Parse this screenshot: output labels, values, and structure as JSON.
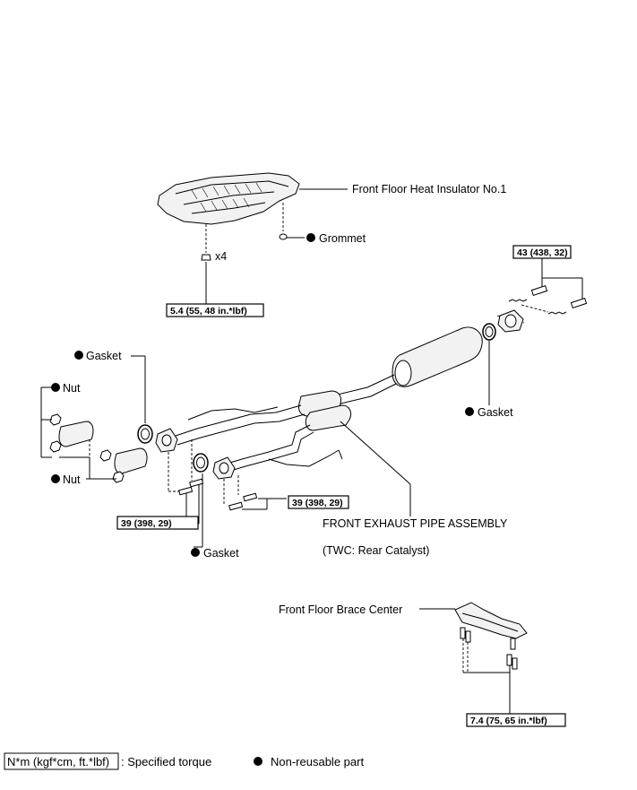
{
  "labels": {
    "heat_insulator": "Front Floor Heat Insulator No.1",
    "grommet": "Grommet",
    "x4": "x4",
    "gasket_left": "Gasket",
    "nut_top": "Nut",
    "nut_bottom": "Nut",
    "gasket_right": "Gasket",
    "gasket_bottom": "Gasket",
    "exhaust_assembly": "FRONT EXHAUST PIPE ASSEMBLY",
    "twc": "(TWC: Rear Catalyst)",
    "brace_center": "Front Floor Brace Center"
  },
  "torques": {
    "insulator": "5.4 (55, 48 in.*lbf)",
    "rear_flange": "43 (438, 32)",
    "left_flange": "39 (398, 29)",
    "mid_flange": "39 (398, 29)",
    "brace": "7.4 (75, 65 in.*lbf)"
  },
  "legend": {
    "torque_unit": "N*m (kgf*cm, ft.*lbf)",
    "torque_desc": ": Specified torque",
    "nonreusable": "Non-reusable part"
  },
  "icons": {
    "nonreusable_marker": "black-dot-icon"
  }
}
